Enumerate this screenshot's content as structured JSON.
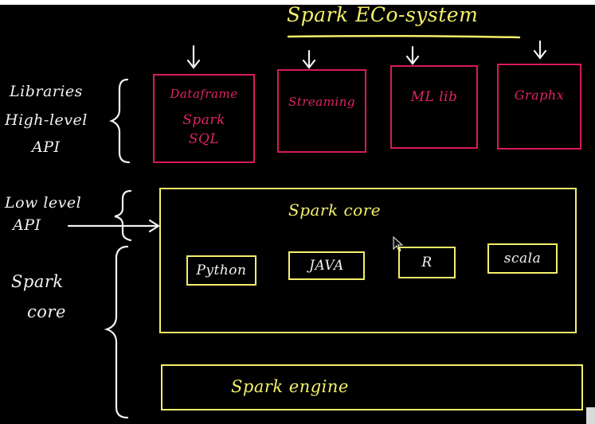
{
  "title": "Spark ECo-system",
  "left_labels": {
    "libraries": "Libraries",
    "high_level": "High-level",
    "high_level_api": "API",
    "low_level": "Low level",
    "low_level_api": "API",
    "spark": "Spark",
    "core": "core"
  },
  "libraries": {
    "dataframe": "Dataframe",
    "spark": "Spark",
    "sql": "SQL",
    "streaming": "Streaming",
    "mllib": "ML lib",
    "graphx": "Graphx"
  },
  "spark_core": {
    "label": "Spark core",
    "languages": [
      "Python",
      "JAVA",
      "R",
      "scala"
    ]
  },
  "spark_engine": {
    "label": "Spark engine"
  },
  "colors": {
    "background": "#000000",
    "chalk_white": "#f2f2f2",
    "chalk_yellow": "#f4f06a",
    "chalk_pink": "#d81b57"
  }
}
